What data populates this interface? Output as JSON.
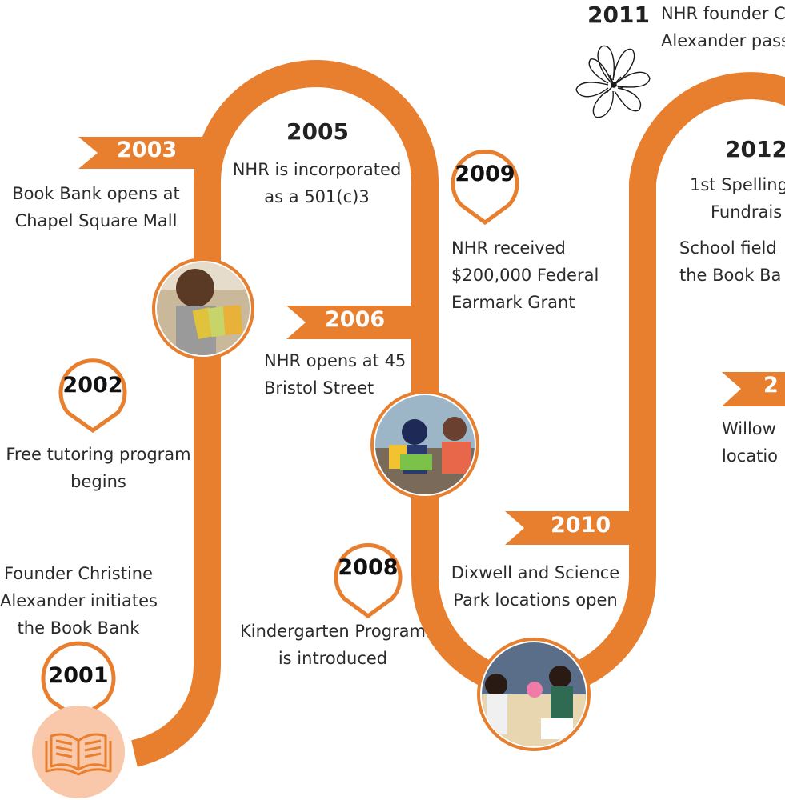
{
  "colors": {
    "accent": "#e87f2e",
    "book_circle": "#f9c8aa"
  },
  "icons": {
    "start": "book-icon",
    "memorial": "flower-icon"
  },
  "milestones": {
    "m2001": {
      "year": "2001",
      "lines": [
        "Founder Christine",
        "Alexander initiates",
        "the Book Bank"
      ]
    },
    "m2002": {
      "year": "2002",
      "lines": [
        "Free tutoring program",
        "begins"
      ]
    },
    "m2003": {
      "year": "2003",
      "lines": [
        "Book Bank opens at",
        "Chapel Square Mall"
      ]
    },
    "m2005": {
      "year": "2005",
      "lines": [
        "NHR is incorporated",
        "as a 501(c)3"
      ]
    },
    "m2006": {
      "year": "2006",
      "lines": [
        "NHR opens at 45",
        "Bristol Street"
      ]
    },
    "m2008": {
      "year": "2008",
      "lines": [
        "Kindergarten Program",
        "is introduced"
      ]
    },
    "m2009": {
      "year": "2009",
      "lines": [
        "NHR received",
        "$200,000 Federal",
        "Earmark Grant"
      ]
    },
    "m2010": {
      "year": "2010",
      "lines": [
        "Dixwell and Science",
        "Park locations open"
      ]
    },
    "m2011": {
      "year": "2011",
      "lines": [
        "NHR founder C",
        "Alexander pass"
      ]
    },
    "m2012": {
      "year": "2012",
      "lines": [
        "1st Spelling",
        "Fundrais",
        "School field",
        "the Book Ba"
      ]
    },
    "m2013": {
      "year": "2",
      "lines": [
        "Willow",
        "locatio"
      ]
    }
  }
}
